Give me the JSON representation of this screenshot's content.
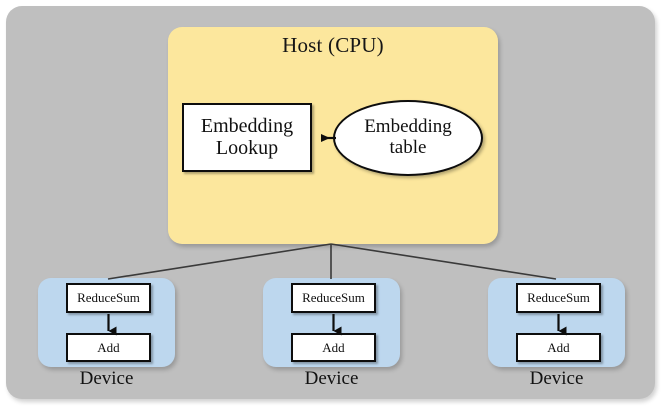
{
  "diagram": {
    "type": "architecture-block-diagram",
    "outer_panel": {
      "name": "background-panel",
      "color": "#bfbfbf"
    },
    "host": {
      "title": "Host (CPU)",
      "color": "#fce79d",
      "nodes": [
        {
          "id": "embedding-lookup",
          "label": "Embedding\nLookup",
          "line1": "Embedding",
          "line2": "Lookup",
          "shape": "rectangle"
        },
        {
          "id": "embedding-table",
          "label": "Embedding\ntable",
          "line1": "Embedding",
          "line2": "table",
          "shape": "ellipse"
        }
      ],
      "edges": [
        {
          "from": "embedding-table",
          "to": "embedding-lookup",
          "style": "arrow",
          "direction": "left"
        }
      ]
    },
    "devices": [
      {
        "id": "device-1",
        "label": "Device",
        "color": "#bdd7ee",
        "nodes": [
          {
            "id": "reducesum-1",
            "label": "ReduceSum",
            "shape": "rectangle"
          },
          {
            "id": "add-1",
            "label": "Add",
            "shape": "rectangle"
          }
        ],
        "edges": [
          {
            "from": "reducesum-1",
            "to": "add-1",
            "style": "arrow",
            "direction": "down"
          }
        ]
      },
      {
        "id": "device-2",
        "label": "Device",
        "color": "#bdd7ee",
        "nodes": [
          {
            "id": "reducesum-2",
            "label": "ReduceSum",
            "shape": "rectangle"
          },
          {
            "id": "add-2",
            "label": "Add",
            "shape": "rectangle"
          }
        ],
        "edges": [
          {
            "from": "reducesum-2",
            "to": "add-2",
            "style": "arrow",
            "direction": "down"
          }
        ]
      },
      {
        "id": "device-3",
        "label": "Device",
        "color": "#bdd7ee",
        "nodes": [
          {
            "id": "reducesum-3",
            "label": "ReduceSum",
            "shape": "rectangle"
          },
          {
            "id": "add-3",
            "label": "Add",
            "shape": "rectangle"
          }
        ],
        "edges": [
          {
            "from": "reducesum-3",
            "to": "add-3",
            "style": "arrow",
            "direction": "down"
          }
        ]
      }
    ],
    "host_to_device_edges": [
      {
        "from": "host",
        "to": "device-1",
        "style": "line"
      },
      {
        "from": "host",
        "to": "device-2",
        "style": "line"
      },
      {
        "from": "host",
        "to": "device-3",
        "style": "line"
      }
    ]
  }
}
